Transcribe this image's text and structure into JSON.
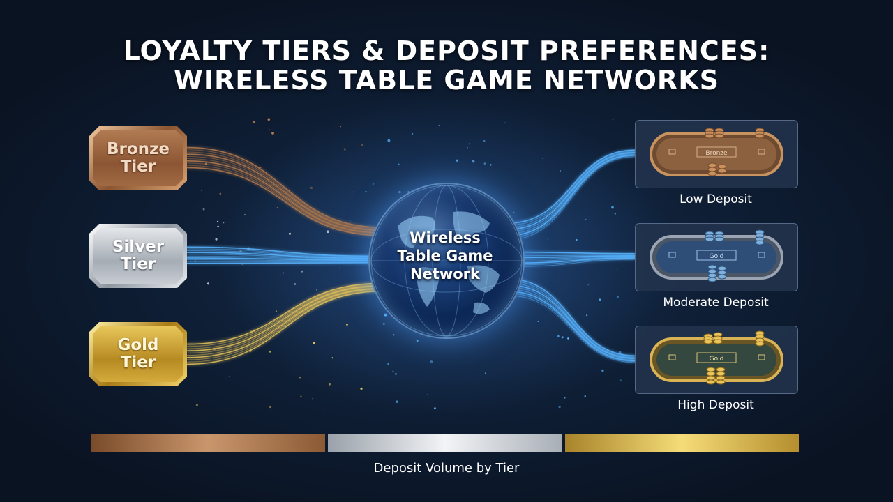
{
  "title": {
    "line1": "LOYALTY TIERS & DEPOSIT PREFERENCES:",
    "line2": "WIRELESS TABLE GAME NETWORKS"
  },
  "tiers": [
    {
      "line1": "Bronze",
      "line2": "Tier",
      "color": "#a0693f"
    },
    {
      "line1": "Silver",
      "line2": "Tier",
      "color": "#c0c5cc"
    },
    {
      "line1": "Gold",
      "line2": "Tier",
      "color": "#d9b24a"
    }
  ],
  "network": {
    "line1": "Wireless",
    "line2": "Table Game",
    "line3": "Network",
    "glow_color": "#4aa3ff"
  },
  "deposits": [
    {
      "label": "Low Deposit",
      "felt_text": "Bronze"
    },
    {
      "label": "Moderate Deposit",
      "felt_text": "Gold"
    },
    {
      "label": "High Deposit",
      "felt_text": "Gold"
    }
  ],
  "footer": {
    "label": "Deposit Volume by Tier"
  },
  "colors": {
    "background": "#0b1424",
    "bronze": "#b37a4c",
    "silver": "#d6dbe0",
    "gold": "#e4c25a",
    "network_blue": "#58b4ff"
  }
}
